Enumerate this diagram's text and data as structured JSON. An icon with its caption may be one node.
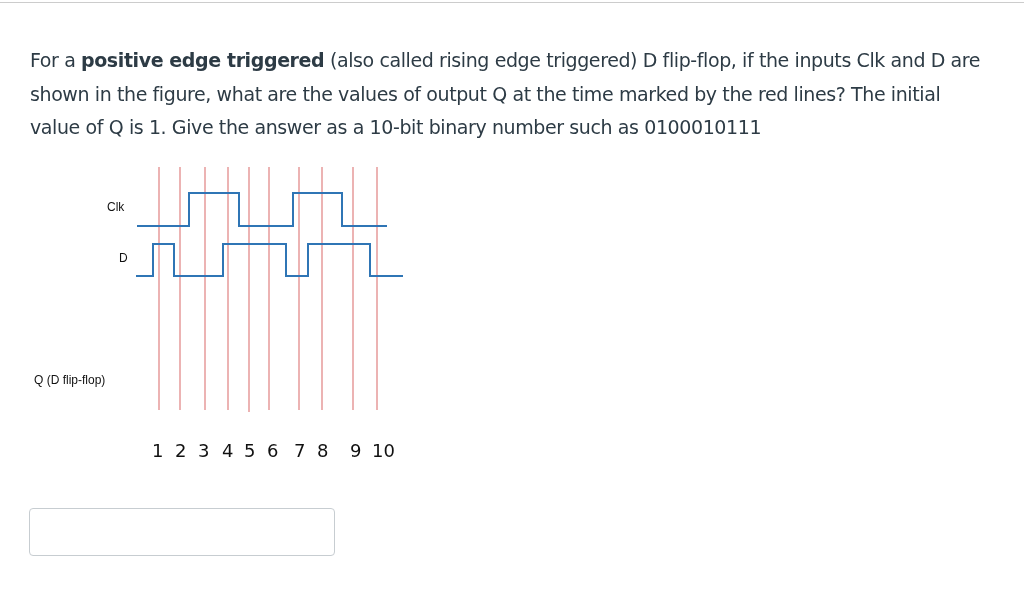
{
  "diagram": {
    "labels": [
      "For a **positive  edge triggered** (also called rising edge triggered) D flip-flop, if the inputs Clk and D are shown in the figure, what are the values of output Q at the time marked by the red lines? The initial value of Q is 1. Give the answer as a 10-bit binary number such as 0100010111",
      "Clk",
      "D",
      "Q (D flip-flop)",
      "1",
      "2",
      "3",
      "4",
      "5",
      "6",
      "7",
      "8",
      "9",
      "10"
    ]
  }
}
